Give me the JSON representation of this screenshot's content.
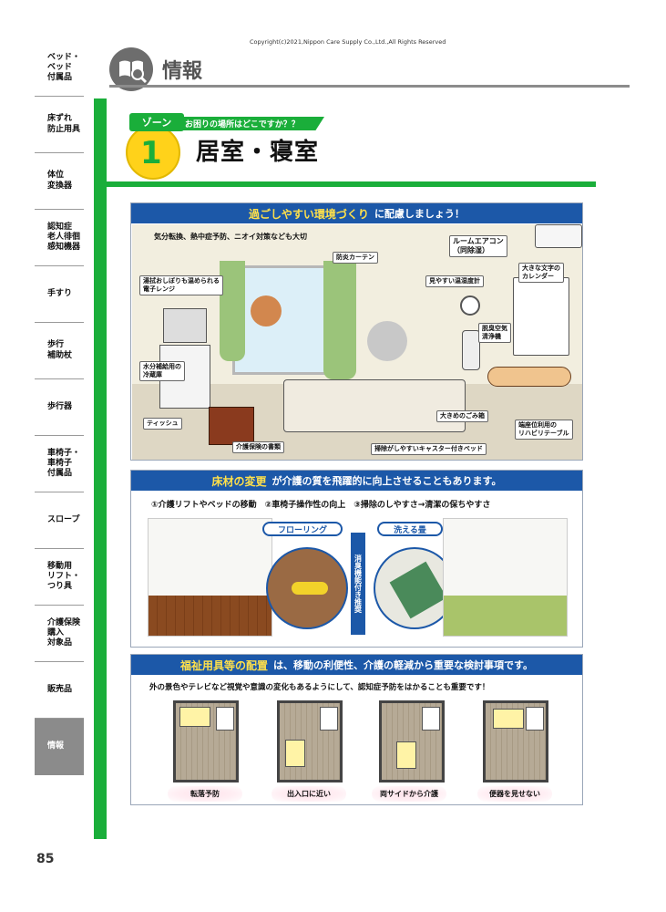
{
  "copyright": "Copyright(c)2021,Nippon Care Supply Co.,Ltd.,All Rights Reserved",
  "header": {
    "title": "情報"
  },
  "sidebar": {
    "items": [
      {
        "label": "ベッド・\nベッド\n付属品"
      },
      {
        "label": "床ずれ\n防止用具"
      },
      {
        "label": "体位\n変換器"
      },
      {
        "label": "認知症\n老人徘徊\n感知機器"
      },
      {
        "label": "手すり"
      },
      {
        "label": "歩行\n補助杖"
      },
      {
        "label": "歩行器"
      },
      {
        "label": "車椅子・\n車椅子\n付属品"
      },
      {
        "label": "スロープ"
      },
      {
        "label": "移動用\nリフト・\nつり具"
      },
      {
        "label": "介護保険\n購入\n対象品"
      },
      {
        "label": "販売品"
      },
      {
        "label": "情報",
        "active": true
      }
    ]
  },
  "zone": {
    "tag": "ゾーン",
    "number": "1",
    "question": "お困りの場所はどこですか？？",
    "title": "居室・寝室"
  },
  "section1": {
    "headline_highlight": "過ごしやすい環境づくり",
    "headline_rest": "に配慮しましょう！",
    "intro": "気分転換、熱中症予防、ニオイ対策なども大切",
    "labels": {
      "microwave": "湯拭おしぼりも温められる\n電子レンジ",
      "fridge": "水分補給用の\n冷蔵庫",
      "tissue": "ティッシュ",
      "documents": "介護保険の書類",
      "curtain": "防炎カーテン",
      "aircon": "ルームエアコン\n（同除湿）",
      "thermometer": "見やすい温湿度計",
      "calendar": "大きな文字の\nカレンダー",
      "purifier": "脱臭空気\n清浄機",
      "trash": "大きめのごみ箱",
      "table": "端座位利用の\nリハビリテーブル",
      "bed": "掃除がしやすいキャスター付きベッド"
    }
  },
  "section2": {
    "headline_highlight": "床材の変更",
    "headline_rest": "が介護の質を飛躍的に向上させることもあります。",
    "points": "①介護リフトやベッドの移動　②車椅子操作性の向上　③掃除のしやすさ→清潔の保ちやすさ",
    "flooring_label": "フローリング",
    "tatami_label": "洗える畳",
    "vertical_label": "消臭機能付き推奨"
  },
  "section3": {
    "headline_highlight": "福祉用具等の配置",
    "headline_rest": "は、移動の利便性、介護の軽減から重要な検討事項です。",
    "subtitle": "外の景色やテレビなど視覚や意識の変化もあるようにして、認知症予防をはかることも重要です！",
    "captions": [
      "転落予防",
      "出入口に近い",
      "両サイドから介護",
      "便器を見せない"
    ]
  },
  "page_number": "85",
  "colors": {
    "green": "#1aae3a",
    "blue": "#1c58a8",
    "yellow": "#ffd21a",
    "highlight": "#ffe04a"
  }
}
